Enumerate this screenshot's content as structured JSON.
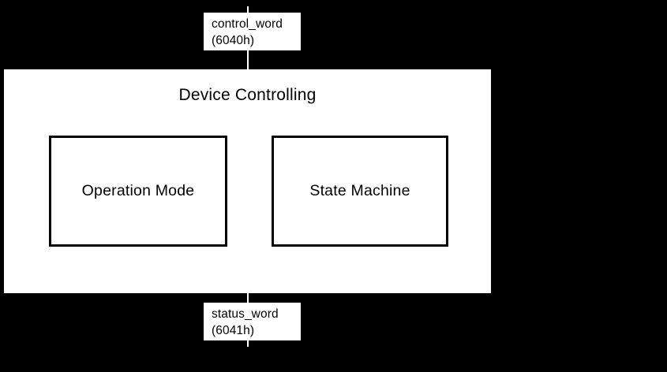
{
  "diagram": {
    "background_color": "#000000",
    "surface_color": "#ffffff",
    "stroke_color": "#000000",
    "container": {
      "title": "Device Controlling",
      "blocks": [
        {
          "id": "operation-mode",
          "label": "Operation Mode"
        },
        {
          "id": "state-machine",
          "label": "State Machine"
        }
      ]
    },
    "io": {
      "input": {
        "id": "control-word",
        "name": "control_word",
        "index": "(6040h)",
        "position": "top"
      },
      "output": {
        "id": "status-word",
        "name": "status_word",
        "index": "(6041h)",
        "position": "bottom"
      }
    },
    "connectors": [
      {
        "id": "control-word-in",
        "from": "above-edge",
        "to": "control-word"
      },
      {
        "id": "control-word-to-container",
        "from": "control-word",
        "to": "container"
      },
      {
        "id": "container-to-status-word",
        "from": "container",
        "to": "status-word"
      },
      {
        "id": "status-word-out",
        "from": "status-word",
        "to": "below-edge"
      }
    ]
  }
}
